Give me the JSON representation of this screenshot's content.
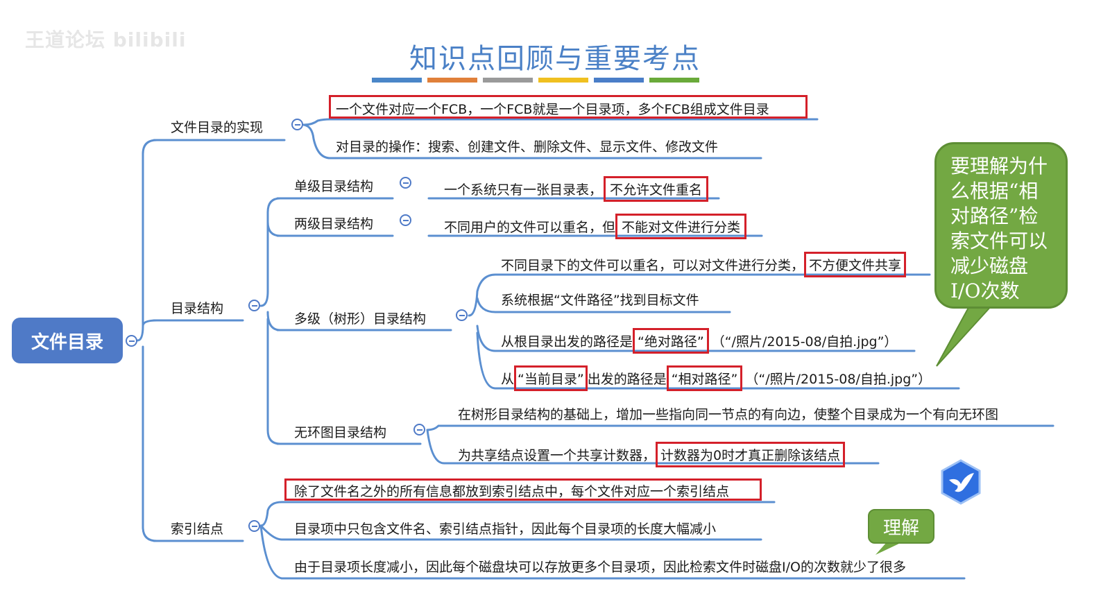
{
  "watermark": "王道论坛 bilibili",
  "title": "知识点回顾与重要考点",
  "title_underline_colors": [
    "#4a86c8",
    "#e0803a",
    "#9a9a9a",
    "#f0c020",
    "#4a7ec8",
    "#6aaa3a"
  ],
  "root": {
    "label": "文件目录"
  },
  "branches": {
    "impl": {
      "label": "文件目录的实现",
      "children": [
        "一个文件对应一个FCB，一个FCB就是一个目录项，多个FCB组成文件目录",
        "对目录的操作：搜索、创建文件、删除文件、显示文件、修改文件"
      ]
    },
    "structure": {
      "label": "目录结构",
      "single": {
        "label": "单级目录结构",
        "detail_prefix": "一个系统只有一张目录表，",
        "detail_highlight": "不允许文件重名"
      },
      "two": {
        "label": "两级目录结构",
        "detail_prefix": "不同用户的文件可以重名，但",
        "detail_highlight": "不能对文件进行分类"
      },
      "multi": {
        "label": "多级（树形）目录结构",
        "c1_prefix": "不同目录下的文件可以重名，可以对文件进行分类，",
        "c1_highlight": "不方便文件共享",
        "c2": "系统根据“文件路径”找到目标文件",
        "c3_prefix": "从根目录出发的路径是",
        "c3_highlight": "“绝对路径”",
        "c3_suffix": "（“/照片/2015-08/自拍.jpg”）",
        "c4_prefix": "从",
        "c4_highlight1": "“当前目录”",
        "c4_middle": "出发的路径是",
        "c4_highlight2": "“相对路径”",
        "c4_suffix": "（“/照片/2015-08/自拍.jpg”）"
      },
      "acyclic": {
        "label": "无环图目录结构",
        "c1": "在树形目录结构的基础上，增加一些指向同一节点的有向边，使整个目录成为一个有向无环图",
        "c2_prefix": "为共享结点设置一个共享计数器，",
        "c2_highlight": "计数器为0时才真正删除该结点"
      }
    },
    "inode": {
      "label": "索引结点",
      "children": [
        "除了文件名之外的所有信息都放到索引结点中，每个文件对应一个索引结点",
        "目录项中只包含文件名、索引结点指针，因此每个目录项的长度大幅减小",
        "由于目录项长度减小，因此每个磁盘块可以存放更多个目录项，因此检索文件时磁盘I/O的次数就少了很多"
      ]
    }
  },
  "callout_main": {
    "lines": [
      "要理解为什",
      "么根据“相",
      "对路径”检",
      "索文件可以",
      "减少磁盘",
      "I/O次数"
    ]
  },
  "callout_small": {
    "label": "理解"
  },
  "colors": {
    "line": "#5b8fd0",
    "root": "#4f7ac7",
    "highlight_border": "#d4202a",
    "callout": "#73a843"
  },
  "icons": {
    "collapse": "minus-circle-icon",
    "logo": "bird-shield-logo"
  }
}
